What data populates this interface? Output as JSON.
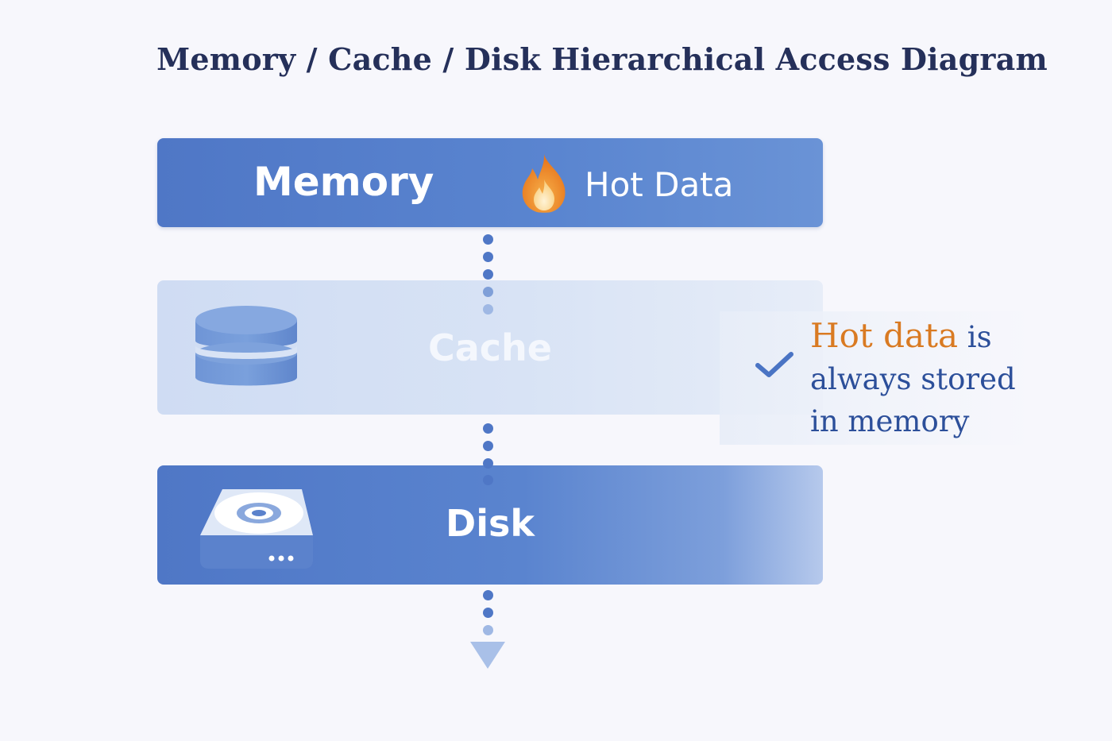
{
  "title": "Memory / Cache / Disk Hierarchical Access Diagram",
  "layers": [
    {
      "id": "memory",
      "label": "Memory",
      "badge_text": "Hot Data",
      "badge_icon": "flame-icon",
      "color": "#5580cc"
    },
    {
      "id": "cache",
      "label": "Cache",
      "icon": "database-icon",
      "color": "#d3dff4"
    },
    {
      "id": "disk",
      "label": "Disk",
      "icon": "hard-drive-icon",
      "color": "#5580cc"
    }
  ],
  "note": {
    "highlight": "Hot data",
    "rest_first_line": " is",
    "line2": "always stored",
    "line3": "in memory",
    "highlight_color": "#d97a22",
    "text_color": "#2c4f9a",
    "icon": "checkmark-icon"
  },
  "connectors": {
    "style": "dotted",
    "color": "#4f77c6",
    "end_icon": "down-arrow-icon"
  }
}
